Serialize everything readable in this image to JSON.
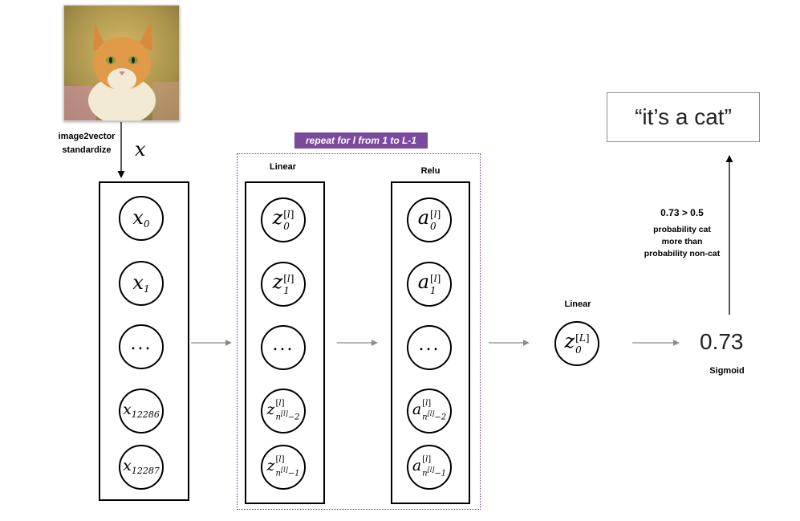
{
  "input_stage": {
    "caption_line1": "image2vector",
    "caption_line2": "standardize",
    "vector_symbol": "x",
    "nodes": [
      {
        "base": "x",
        "sub": "0"
      },
      {
        "base": "x",
        "sub": "1"
      },
      {
        "dots": "..."
      },
      {
        "base": "x",
        "sub": "12286"
      },
      {
        "base": "x",
        "sub": "12287"
      }
    ]
  },
  "repeat_badge": "repeat for l from 1 to L-1",
  "linear_stage": {
    "label": "Linear",
    "base": "z",
    "layer": "l",
    "sub0": "0",
    "sub1": "1",
    "dots": "...",
    "subn_minus2": "−2",
    "subn_minus1": "−1",
    "n": "n"
  },
  "relu_stage": {
    "label": "Relu",
    "base": "a",
    "layer": "l",
    "sub0": "0",
    "sub1": "1",
    "dots": "...",
    "subn_minus2": "−2",
    "subn_minus1": "−1",
    "n": "n"
  },
  "output_stage": {
    "linear_label": "Linear",
    "node_base": "z",
    "node_layer": "L",
    "node_sub": "0",
    "probability": "0.73",
    "sigmoid_label": "Sigmoid",
    "threshold": "0.73 > 0.5",
    "reason_line1": "probability cat",
    "reason_line2": "more than",
    "reason_line3": "probability non-cat",
    "result": "“it’s a cat”"
  },
  "colors": {
    "badge": "#7a4a9e",
    "arrow_gray": "#8a8a8a",
    "dashed_border": "#6b3d92"
  }
}
